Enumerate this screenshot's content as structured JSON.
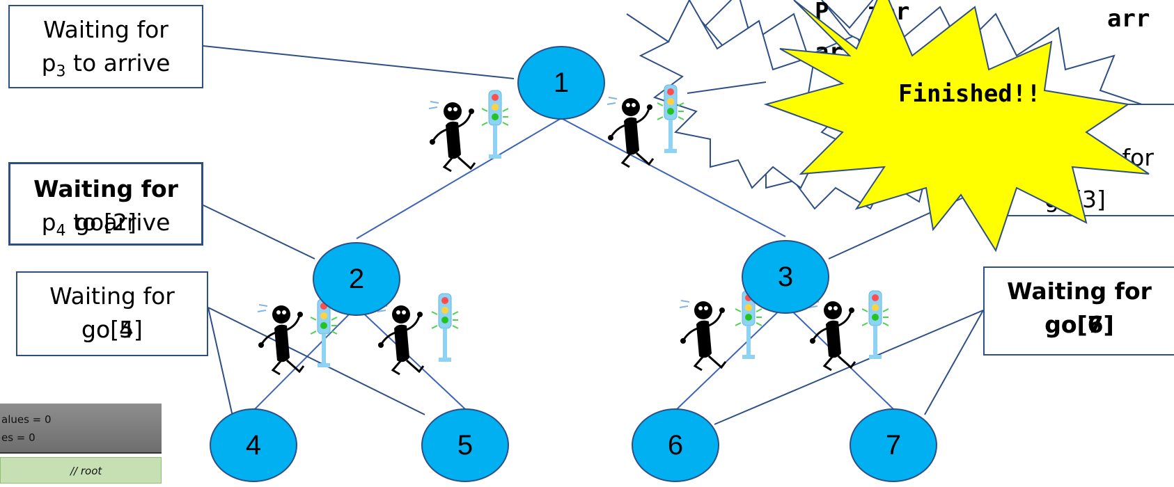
{
  "nodes": [
    {
      "id": "1",
      "label": "1"
    },
    {
      "id": "2",
      "label": "2"
    },
    {
      "id": "3",
      "label": "3"
    },
    {
      "id": "4",
      "label": "4"
    },
    {
      "id": "5",
      "label": "5"
    },
    {
      "id": "6",
      "label": "6"
    },
    {
      "id": "7",
      "label": "7"
    }
  ],
  "boxes": {
    "top_left": {
      "line1": "Waiting  for",
      "line2_pre": "p",
      "line2_sub": "3",
      "line2_post": " to arrive"
    },
    "mid_left": {
      "line1": "Waiting  for",
      "overlap_a_pre": "p",
      "overlap_a_sub": "4",
      "overlap_a_post": " to arrive",
      "overlap_b": "go[2]"
    },
    "low_left": {
      "line1": "Waiting  for",
      "line2_a": "go[4]",
      "line2_b": "go[5]"
    },
    "top_right": {
      "line1_fragment": "ing  for",
      "line2_fragment": "go[3]"
    },
    "low_right": {
      "line1": "Waiting  for",
      "line2_a": "go[6]",
      "line2_b": "go[7]"
    }
  },
  "burst": {
    "label": "Finished!!",
    "behind_text_a": "P",
    "behind_text_b": "zer",
    "behind_text_c": "arr",
    "behind_text_d": "ar",
    "color": "#ffff00"
  },
  "code": {
    "line1": "alues = 0",
    "line2": "es = 0",
    "comment": "// root"
  },
  "colors": {
    "node_fill": "#00b0f0",
    "node_stroke": "#2e4f86",
    "edge": "#3c63b5",
    "box_border": "#2e4f86"
  }
}
